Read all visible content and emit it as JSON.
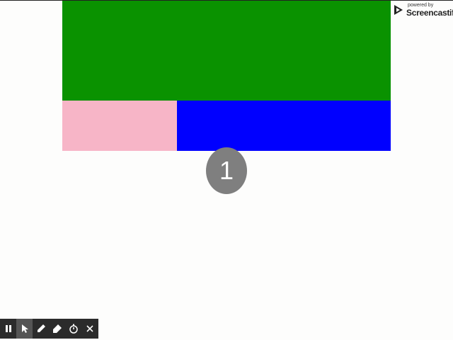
{
  "watermark": {
    "powered_text": "powered by",
    "brand": "Screencastify"
  },
  "countdown": {
    "value": "1"
  },
  "blocks": {
    "green": "#0a9200",
    "pink": "#f7b5c7",
    "blue": "#0000ff"
  },
  "toolbar": {
    "tools": [
      {
        "name": "pause-icon"
      },
      {
        "name": "cursor-icon",
        "active": true
      },
      {
        "name": "pen-icon"
      },
      {
        "name": "eraser-icon"
      },
      {
        "name": "timer-icon"
      },
      {
        "name": "close-icon"
      }
    ]
  }
}
